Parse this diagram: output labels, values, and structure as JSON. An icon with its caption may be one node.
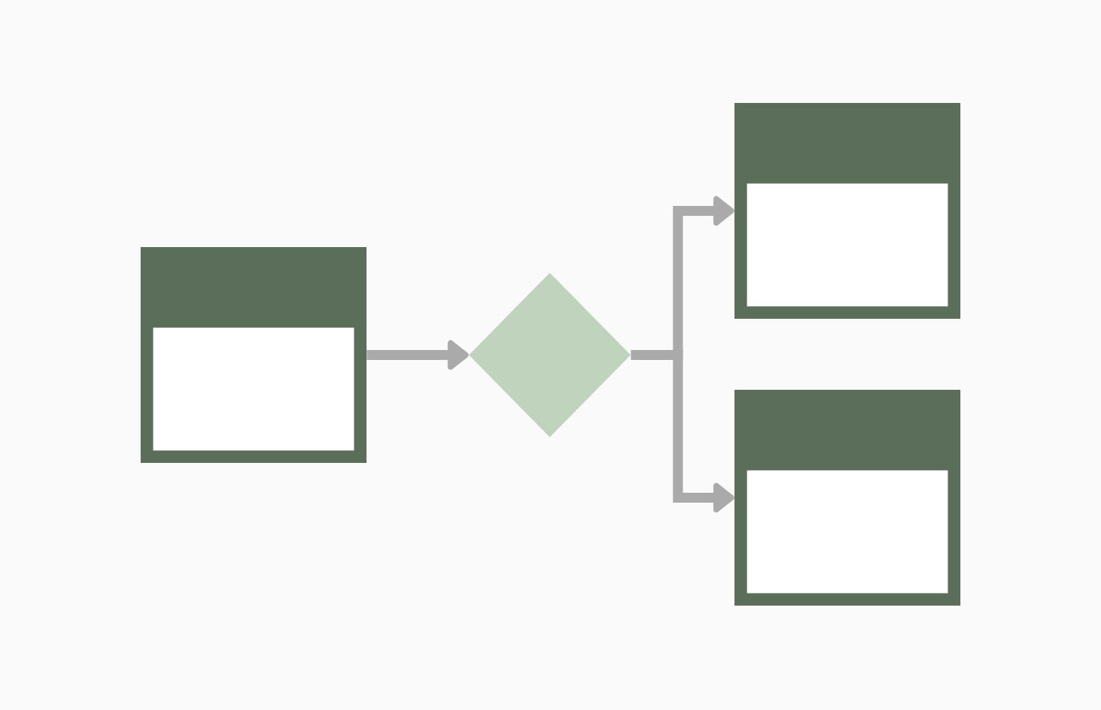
{
  "diagram": {
    "nodes": [
      {
        "text": [],
        "shape": "box"
      },
      {
        "text": [],
        "shape": "diamond"
      },
      {
        "text": [],
        "shape": "box"
      },
      {
        "text": [],
        "shape": "box"
      }
    ],
    "edges": [
      {
        "from": 0,
        "to": 1,
        "arrow": "to"
      },
      {
        "from": 1,
        "to": 2,
        "arrow": "to"
      },
      {
        "from": 1,
        "to": 3,
        "arrow": "to"
      }
    ]
  }
}
